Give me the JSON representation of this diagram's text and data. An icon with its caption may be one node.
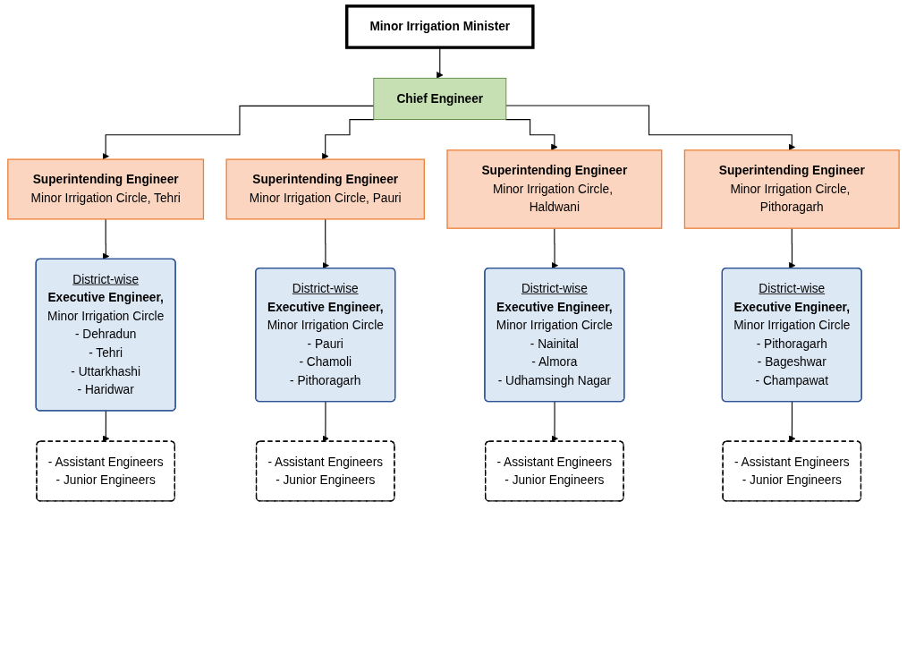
{
  "diagram": {
    "nodes": [
      {
        "text": [
          "Minor Irrigation Minister"
        ]
      },
      {
        "text": [
          "Chief Engineer"
        ]
      },
      {
        "text": [
          "Superintending Engineer",
          "Minor Irrigation Circle, Tehri"
        ]
      },
      {
        "text": [
          "Superintending Engineer",
          "Minor Irrigation Circle, Pauri"
        ]
      },
      {
        "text": [
          "Superintending Engineer",
          "Minor Irrigation Circle, Haldwani"
        ]
      },
      {
        "text": [
          "Superintending Engineer",
          "Minor Irrigation Circle, Pithoragarh"
        ]
      },
      {
        "text": [
          "District-wise",
          "Executive Engineer,",
          "Minor Irrigation Circle",
          "- Dehradun",
          "- Tehri",
          "- Uttarkhashi",
          "- Haridwar"
        ]
      },
      {
        "text": [
          "District-wise",
          "Executive Engineer,",
          "Minor Irrigation Circle",
          "- Pauri",
          "- Chamoli",
          "- Pithoragarh"
        ]
      },
      {
        "text": [
          "District-wise",
          "Executive Engineer,",
          "Minor Irrigation Circle",
          "- Nainital",
          "- Almora",
          "- Udhamsingh Nagar"
        ]
      },
      {
        "text": [
          "District-wise",
          "Executive Engineer,",
          "Minor Irrigation Circle",
          "- Pithoragarh",
          "- Bageshwar",
          "- Champawat"
        ]
      },
      {
        "text": [
          "- Assistant Engineers",
          "- Junior Engineers"
        ]
      },
      {
        "text": [
          "- Assistant Engineers",
          "- Junior Engineers"
        ]
      },
      {
        "text": [
          "- Assistant Engineers",
          "- Junior Engineers"
        ]
      },
      {
        "text": [
          "- Assistant Engineers",
          "- Junior Engineers"
        ]
      }
    ],
    "edges": [
      {
        "from": 0,
        "to": 1,
        "arrow": "to"
      },
      {
        "from": 1,
        "to": 2,
        "arrow": "to"
      },
      {
        "from": 1,
        "to": 3,
        "arrow": "to"
      },
      {
        "from": 1,
        "to": 4,
        "arrow": "to"
      },
      {
        "from": 1,
        "to": 5,
        "arrow": "to"
      },
      {
        "from": 2,
        "to": 6,
        "arrow": "to"
      },
      {
        "from": 3,
        "to": 7,
        "arrow": "to"
      },
      {
        "from": 4,
        "to": 8,
        "arrow": "to"
      },
      {
        "from": 5,
        "to": 9,
        "arrow": "to"
      },
      {
        "from": 6,
        "to": 10,
        "arrow": "to"
      },
      {
        "from": 7,
        "to": 11,
        "arrow": "to"
      },
      {
        "from": 8,
        "to": 12,
        "arrow": "to"
      },
      {
        "from": 9,
        "to": 13,
        "arrow": "to"
      }
    ]
  }
}
